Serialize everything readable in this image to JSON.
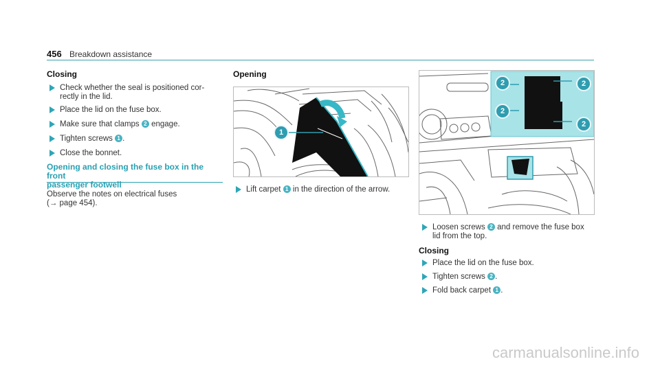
{
  "header": {
    "page_number": "456",
    "title": "Breakdown assistance"
  },
  "col1": {
    "closing_title": "Closing",
    "steps": [
      {
        "text": "Check whether the seal is positioned cor-",
        "text2": "rectly in the lid."
      },
      {
        "text": "Place the lid on the fuse box."
      },
      {
        "text": "Make sure that clamps",
        "badge": "2",
        "after": "engage."
      },
      {
        "text": "Tighten screws",
        "badge": "1",
        "after": "."
      },
      {
        "text": "Close the bonnet."
      }
    ],
    "section_title_line1": "Opening and closing the fuse box in the front",
    "section_title_line2": "passenger footwell",
    "note_line1": "Observe the notes on electrical fuses",
    "note_line2": "(→ page 454)."
  },
  "col2": {
    "opening_title": "Opening",
    "image_callout": "1",
    "step": {
      "text": "Lift carpet",
      "badge": "1",
      "after": "in the direction of the arrow."
    }
  },
  "col3": {
    "image_callouts": [
      "2",
      "2",
      "2",
      "2"
    ],
    "step1_line1_text": "Loosen screws",
    "step1_badge": "2",
    "step1_line1_after": "and remove the fuse box",
    "step1_line2": "lid from the top.",
    "closing_title": "Closing",
    "steps": [
      {
        "text": "Place the lid on the fuse box."
      },
      {
        "text": "Tighten screws",
        "badge": "2",
        "after": "."
      },
      {
        "text": "Fold back carpet",
        "badge": "1",
        "after": "."
      }
    ]
  },
  "watermark": "carmanualsonline.info",
  "colors": {
    "accent": "#29a0b1",
    "badge": "#49b3c2",
    "highlight": "#a8e3e8"
  }
}
